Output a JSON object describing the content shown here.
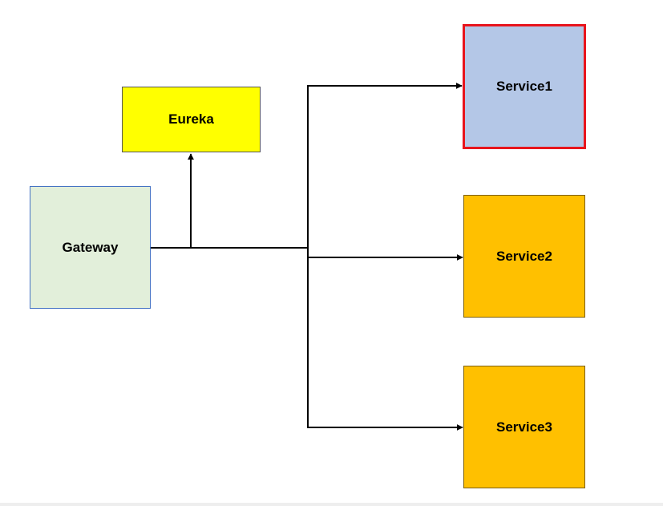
{
  "diagram": {
    "nodes": {
      "eureka": {
        "label": "Eureka",
        "fill": "#ffff00"
      },
      "gateway": {
        "label": "Gateway",
        "fill": "#e2efda"
      },
      "service1": {
        "label": "Service1",
        "fill": "#b4c7e7",
        "highlight_border": "#e8141c"
      },
      "service2": {
        "label": "Service2",
        "fill": "#ffc000"
      },
      "service3": {
        "label": "Service3",
        "fill": "#ffc000"
      }
    },
    "edges": [
      {
        "from": "gateway",
        "to": "eureka"
      },
      {
        "from": "gateway",
        "to": "service1"
      },
      {
        "from": "gateway",
        "to": "service2"
      },
      {
        "from": "gateway",
        "to": "service3"
      }
    ]
  }
}
